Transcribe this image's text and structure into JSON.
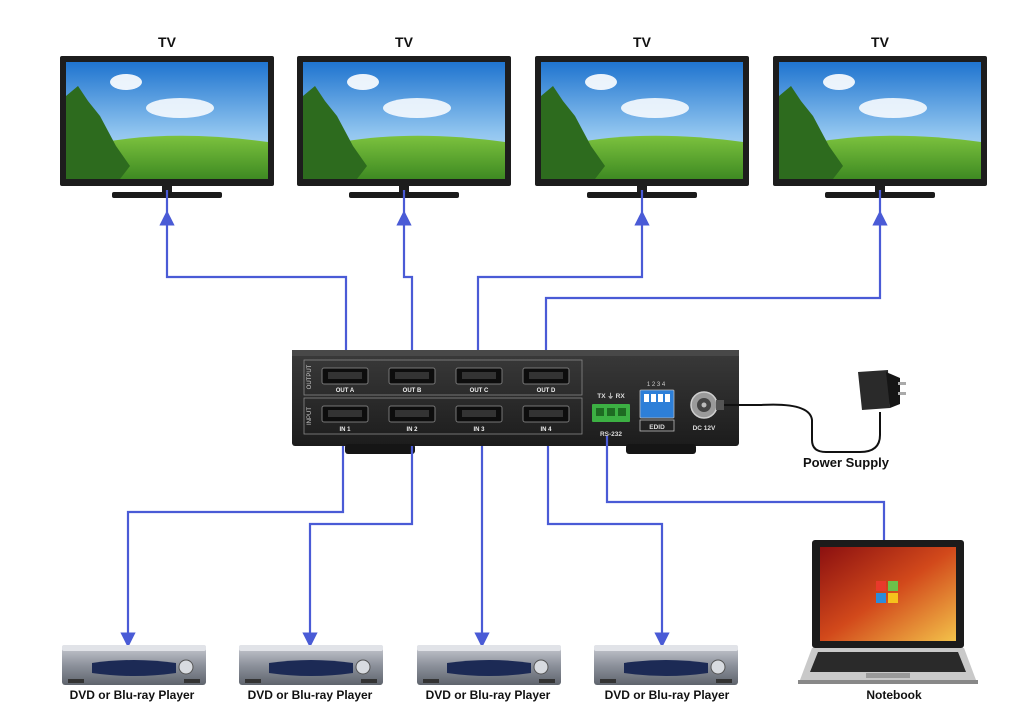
{
  "tvs": [
    {
      "label": "TV"
    },
    {
      "label": "TV"
    },
    {
      "label": "TV"
    },
    {
      "label": "TV"
    }
  ],
  "players": [
    {
      "label": "DVD or Blu-ray Player"
    },
    {
      "label": "DVD or Blu-ray Player"
    },
    {
      "label": "DVD or Blu-ray Player"
    },
    {
      "label": "DVD or Blu-ray Player"
    }
  ],
  "matrix": {
    "output_group": "OUTPUT",
    "input_group": "INPUT",
    "outputs": [
      "OUT A",
      "OUT B",
      "OUT C",
      "OUT D"
    ],
    "inputs": [
      "IN 1",
      "IN 2",
      "IN 3",
      "IN 4"
    ],
    "serial_tx_rx": "TX ⏚ RX",
    "serial_label": "RS-232",
    "dip_numbers": "1 2 3 4",
    "edid_label": "EDID",
    "dc_label": "DC 12V"
  },
  "power_supply": {
    "label": "Power Supply"
  },
  "notebook": {
    "label": "Notebook"
  },
  "colors": {
    "connection_line": "#4a5bd6",
    "device_body": "#2b2b2b",
    "sky_top": "#2f86d8",
    "grass": "#5aa830"
  }
}
